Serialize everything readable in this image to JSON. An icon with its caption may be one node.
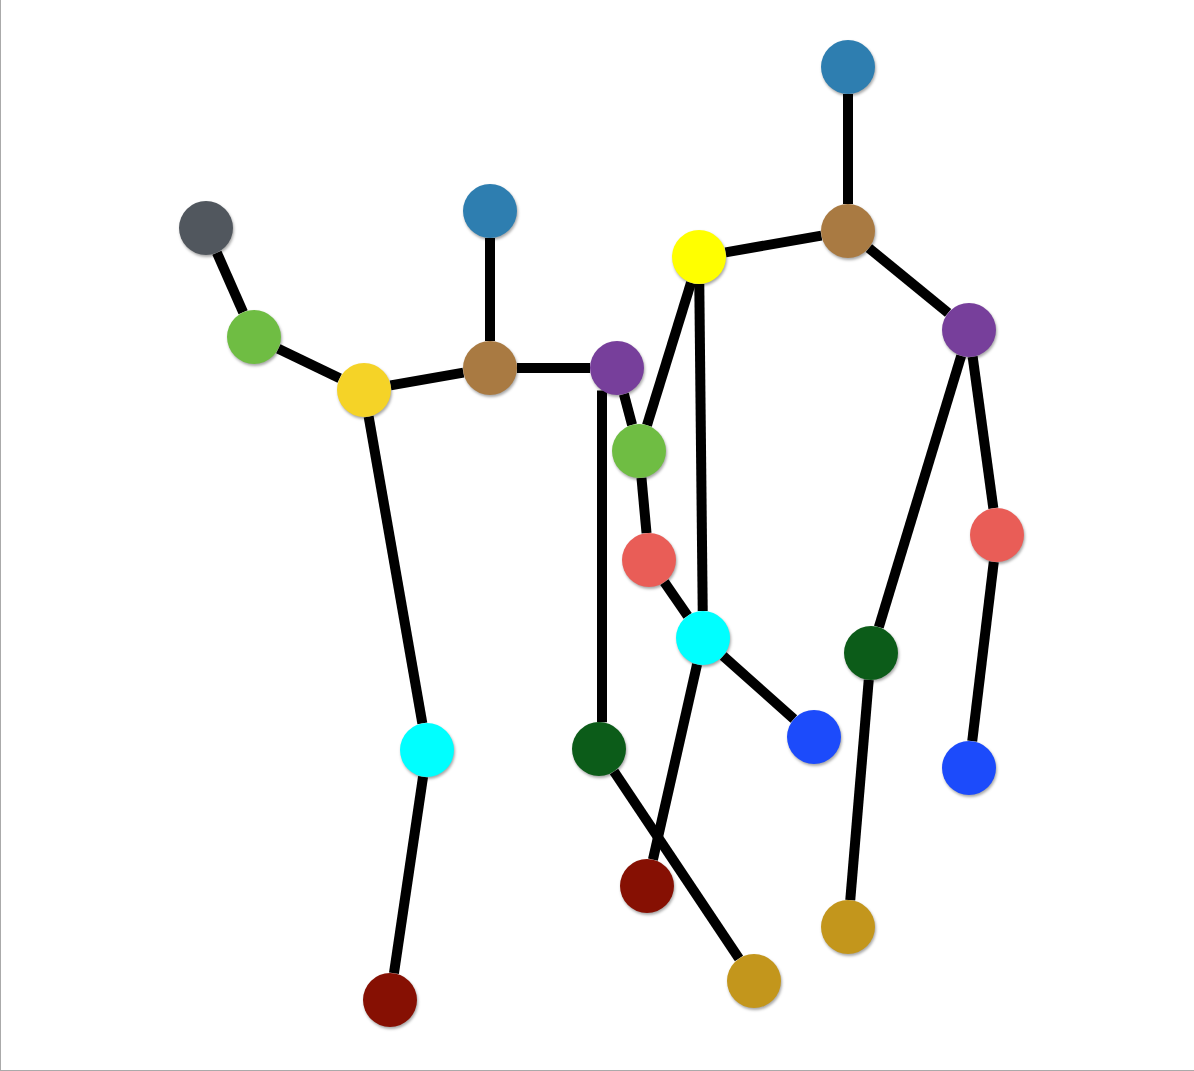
{
  "diagram": {
    "nodes": [
      {
        "text": [],
        "shape": "circle"
      },
      {
        "text": [],
        "shape": "circle"
      },
      {
        "text": [],
        "shape": "circle"
      },
      {
        "text": [],
        "shape": "circle"
      },
      {
        "text": [],
        "shape": "circle"
      },
      {
        "text": [],
        "shape": "circle"
      },
      {
        "text": [],
        "shape": "circle"
      },
      {
        "text": [],
        "shape": "circle"
      },
      {
        "text": [],
        "shape": "circle"
      },
      {
        "text": [],
        "shape": "circle"
      },
      {
        "text": [],
        "shape": "circle"
      },
      {
        "text": [],
        "shape": "circle"
      },
      {
        "text": [],
        "shape": "circle"
      },
      {
        "text": [],
        "shape": "circle"
      },
      {
        "text": [],
        "shape": "circle"
      },
      {
        "text": [],
        "shape": "circle"
      },
      {
        "text": [],
        "shape": "circle"
      },
      {
        "text": [],
        "shape": "circle"
      },
      {
        "text": [],
        "shape": "circle"
      },
      {
        "text": [],
        "shape": "circle"
      },
      {
        "text": [],
        "shape": "circle"
      },
      {
        "text": [],
        "shape": "circle"
      },
      {
        "text": [],
        "shape": "circle"
      }
    ],
    "edges": [
      {
        "from": 2,
        "to": 6,
        "arrow": "none"
      },
      {
        "from": 6,
        "to": 9,
        "arrow": "none"
      },
      {
        "from": 9,
        "to": 7,
        "arrow": "none"
      },
      {
        "from": 7,
        "to": 1,
        "arrow": "none"
      },
      {
        "from": 7,
        "to": 8,
        "arrow": "none"
      },
      {
        "from": 9,
        "to": 16,
        "arrow": "none"
      },
      {
        "from": 16,
        "to": 22,
        "arrow": "none"
      },
      {
        "from": 8,
        "to": 15,
        "arrow": "none"
      },
      {
        "from": 8,
        "to": 10,
        "arrow": "none"
      },
      {
        "from": 10,
        "to": 12,
        "arrow": "none"
      },
      {
        "from": 4,
        "to": 10,
        "arrow": "none"
      },
      {
        "from": 12,
        "to": 13,
        "arrow": "none"
      },
      {
        "from": 13,
        "to": 17,
        "arrow": "none"
      },
      {
        "from": 4,
        "to": 13,
        "arrow": "none"
      },
      {
        "from": 13,
        "to": 19,
        "arrow": "none"
      },
      {
        "from": 15,
        "to": 21,
        "arrow": "none"
      },
      {
        "from": 0,
        "to": 3,
        "arrow": "none"
      },
      {
        "from": 3,
        "to": 4,
        "arrow": "none"
      },
      {
        "from": 3,
        "to": 5,
        "arrow": "none"
      },
      {
        "from": 5,
        "to": 14,
        "arrow": "none"
      },
      {
        "from": 14,
        "to": 20,
        "arrow": "none"
      },
      {
        "from": 5,
        "to": 11,
        "arrow": "none"
      },
      {
        "from": 11,
        "to": 18,
        "arrow": "none"
      }
    ]
  }
}
